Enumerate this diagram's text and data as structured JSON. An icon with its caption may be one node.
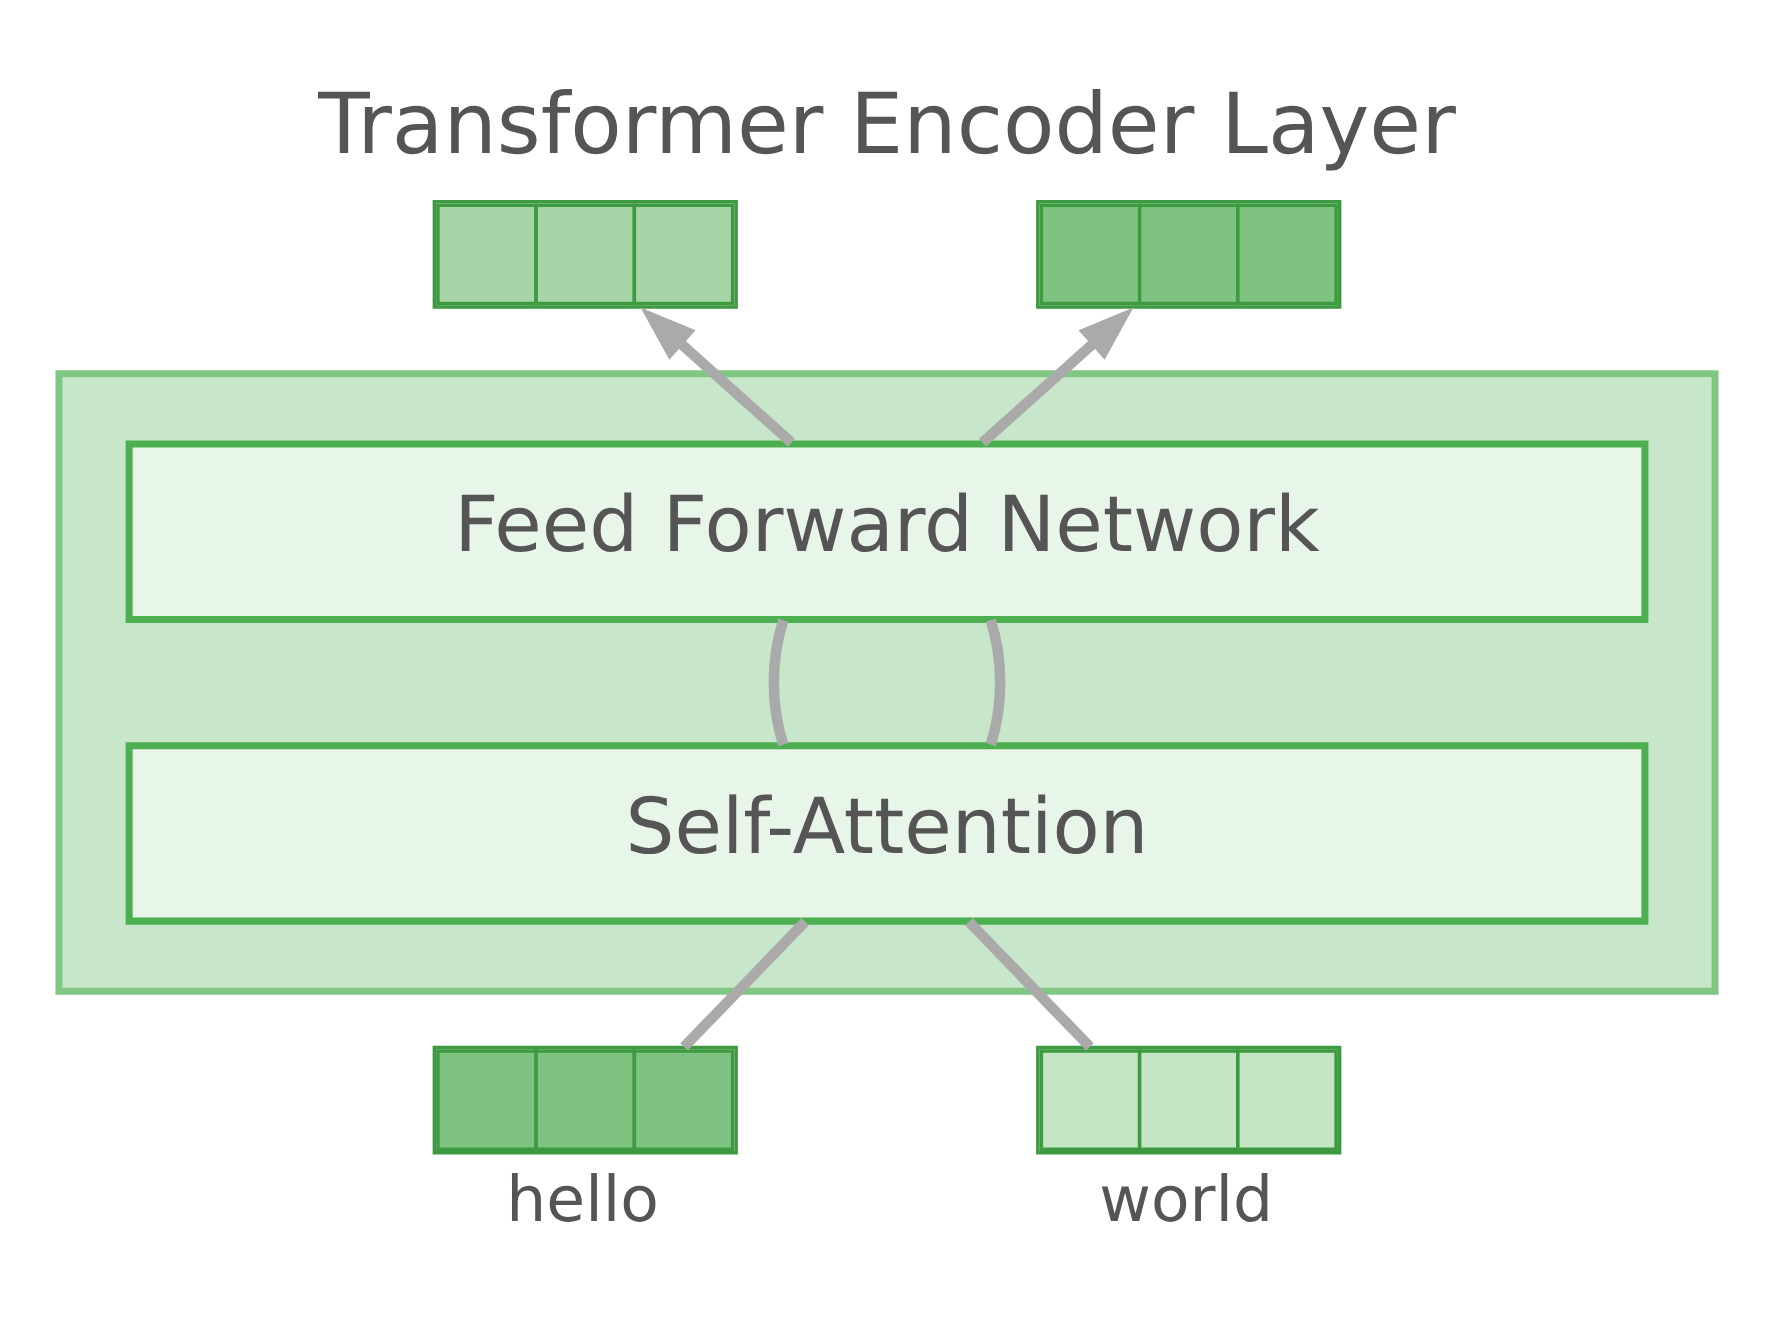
{
  "diagram": {
    "title": "Transformer Encoder Layer",
    "nodes": [
      {
        "text": [],
        "shape": "box"
      },
      {
        "text": [
          "Feed Forward Network"
        ],
        "in": 0
      },
      {
        "text": [
          "Self-Attention"
        ],
        "in": 0
      },
      {
        "text": [],
        "shape": "bar"
      },
      {
        "text": [],
        "shape": "bar"
      },
      {
        "text": [],
        "shape": "bar",
        "beside": [
          "hello"
        ]
      },
      {
        "text": [],
        "shape": "bar",
        "beside": [
          "world"
        ]
      }
    ],
    "edges": [
      {
        "from": 5,
        "to": 2,
        "arrow": "none"
      },
      {
        "from": 2,
        "to": 1,
        "arrow": "none"
      },
      {
        "from": 1,
        "to": 3,
        "arrow": "to"
      },
      {
        "from": 6,
        "to": 2,
        "arrow": "none"
      },
      {
        "from": 2,
        "to": 1,
        "arrow": "none"
      },
      {
        "from": 1,
        "to": 4,
        "arrow": "to"
      }
    ]
  }
}
